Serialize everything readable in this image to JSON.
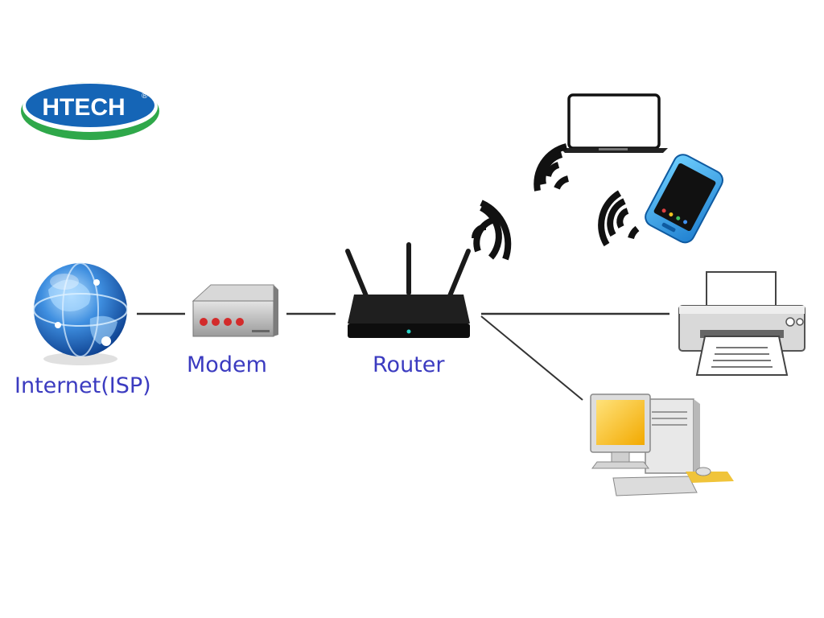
{
  "logo": {
    "text": "HTECH",
    "registered": "®",
    "colors": {
      "blue": "#1565b6",
      "green": "#2fa84a"
    }
  },
  "nodes": {
    "internet": {
      "label": "Internet(ISP)",
      "icon": "globe-icon"
    },
    "modem": {
      "label": "Modem",
      "icon": "modem-icon"
    },
    "router": {
      "label": "Router",
      "icon": "router-icon"
    },
    "laptop": {
      "icon": "laptop-icon",
      "connection": "wireless"
    },
    "phone": {
      "icon": "smartphone-icon",
      "connection": "wireless"
    },
    "printer": {
      "icon": "printer-icon",
      "connection": "wired"
    },
    "desktop": {
      "icon": "desktop-computer-icon",
      "connection": "wired"
    }
  },
  "links": [
    {
      "from": "internet",
      "to": "modem",
      "type": "wired"
    },
    {
      "from": "modem",
      "to": "router",
      "type": "wired"
    },
    {
      "from": "router",
      "to": "printer",
      "type": "wired"
    },
    {
      "from": "router",
      "to": "desktop",
      "type": "wired"
    },
    {
      "from": "router",
      "to": "laptop",
      "type": "wireless"
    },
    {
      "from": "router",
      "to": "phone",
      "type": "wireless"
    }
  ],
  "colors": {
    "label": "#3b3bc0",
    "line": "#333333"
  }
}
